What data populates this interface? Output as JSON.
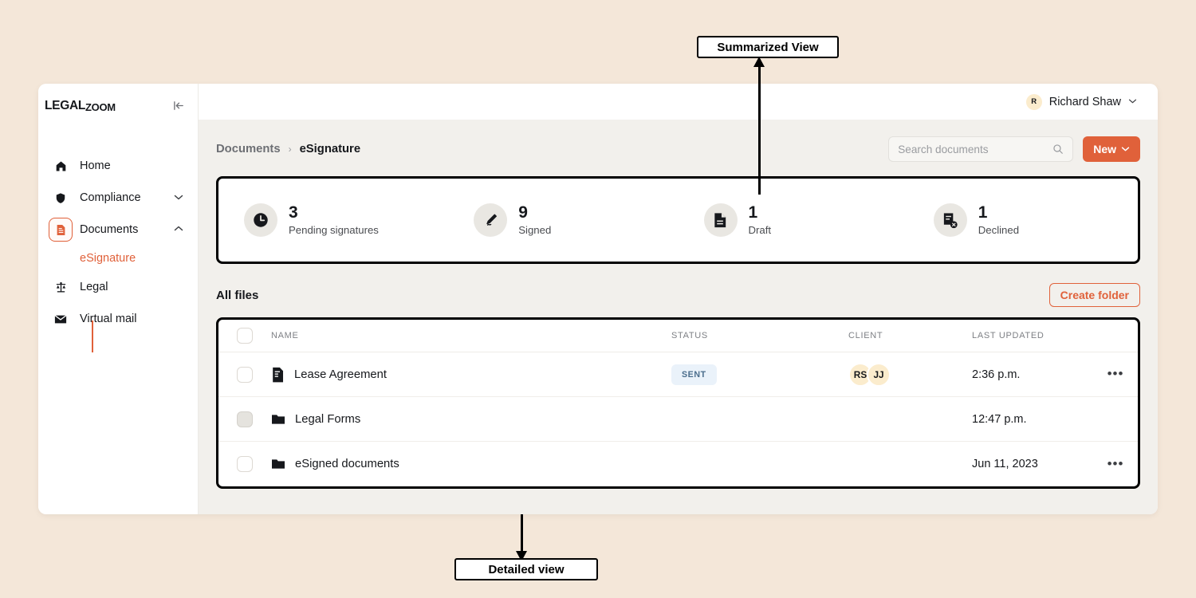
{
  "app": {
    "logo_primary": "LEGAL",
    "logo_secondary": "ZOOM",
    "collapse_icon": "collapse-sidebar-icon"
  },
  "sidebar": {
    "items": [
      {
        "label": "Home",
        "icon": "home-icon",
        "chevron": ""
      },
      {
        "label": "Compliance",
        "icon": "shield-icon",
        "chevron": "⌄"
      },
      {
        "label": "Documents",
        "icon": "document-icon",
        "chevron": "⌃"
      },
      {
        "label": "Legal",
        "icon": "scales-icon",
        "chevron": ""
      },
      {
        "label": "Virtual mail",
        "icon": "envelope-icon",
        "chevron": ""
      }
    ],
    "sub_item": {
      "label": "eSignature",
      "parent": "Documents"
    }
  },
  "topbar": {
    "user": {
      "initial": "R",
      "name": "Richard Shaw",
      "chevron": "⌄"
    }
  },
  "breadcrumb": {
    "parent": "Documents",
    "separator": "›",
    "current": "eSignature"
  },
  "search": {
    "placeholder": "Search documents",
    "value": "",
    "icon": "search-icon"
  },
  "new_button": {
    "label": "New",
    "chevron": "⌄"
  },
  "summary": {
    "cards": [
      {
        "count": "3",
        "label": "Pending signatures",
        "icon": "clock-icon"
      },
      {
        "count": "9",
        "label": "Signed",
        "icon": "pen-signature-icon"
      },
      {
        "count": "1",
        "label": "Draft",
        "icon": "draft-document-icon"
      },
      {
        "count": "1",
        "label": "Declined",
        "icon": "document-declined-icon"
      }
    ]
  },
  "files": {
    "title": "All files",
    "create_folder_label": "Create folder",
    "columns": {
      "name": "NAME",
      "status": "STATUS",
      "client": "CLIENT",
      "last_updated": "LAST UPDATED"
    },
    "rows": [
      {
        "name": "Lease Agreement",
        "icon": "document-icon",
        "status": "SENT",
        "clients": [
          "RS",
          "JJ"
        ],
        "last_updated": "2:36 p.m.",
        "checked": false,
        "has_more": true
      },
      {
        "name": "Legal Forms",
        "icon": "folder-icon",
        "status": "",
        "clients": [],
        "last_updated": "12:47 p.m.",
        "checked": true,
        "has_more": false
      },
      {
        "name": "eSigned documents",
        "icon": "folder-icon",
        "status": "",
        "clients": [],
        "last_updated": "Jun 11, 2023",
        "checked": false,
        "has_more": true
      }
    ],
    "more_glyph": "•••"
  },
  "annotations": {
    "top": "Summarized View",
    "bottom": "Detailed view"
  },
  "colors": {
    "page_background": "#f4e7d9",
    "accent_orange": "#e0613a",
    "content_background": "#f2f0ec",
    "badge_sent_bg": "#eaf2fa",
    "badge_sent_text": "#4a6d8c",
    "avatar_bg": "#fbeccd"
  }
}
